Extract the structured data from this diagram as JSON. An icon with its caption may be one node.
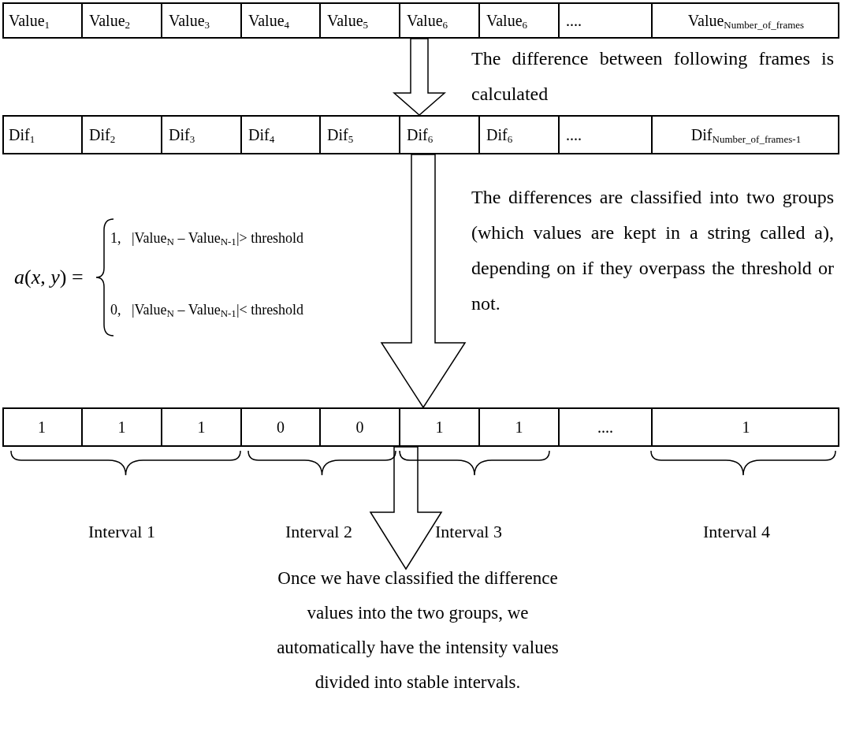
{
  "diagram": {
    "nodes": [
      {
        "text": [],
        "shape": "bar"
      },
      {
        "text": [
          "Value$_{1}$"
        ],
        "in": 0
      },
      {
        "text": [
          "Value$_{2}$"
        ],
        "in": 0
      },
      {
        "text": [
          "Value$_{3}$"
        ],
        "in": 0
      },
      {
        "text": [
          "Value$_{4}$"
        ],
        "in": 0
      },
      {
        "text": [
          "Value$_{5}$"
        ],
        "in": 0
      },
      {
        "text": [
          "Value$_{6}$"
        ],
        "in": 0
      },
      {
        "text": [
          "Value$_{6}$"
        ],
        "in": 0
      },
      {
        "text": [
          "...."
        ],
        "in": 0
      },
      {
        "text": [
          "Value$_{Number_of_frames}$"
        ],
        "in": 0
      },
      {
        "text": [],
        "shape": "bar"
      },
      {
        "text": [
          "Dif$_{1}$"
        ],
        "in": 10
      },
      {
        "text": [
          "Dif$_{2}$"
        ],
        "in": 10
      },
      {
        "text": [
          "Dif$_{3}$"
        ],
        "in": 10
      },
      {
        "text": [
          "Dif$_{4}$"
        ],
        "in": 10
      },
      {
        "text": [
          "Dif$_{5}$"
        ],
        "in": 10
      },
      {
        "text": [
          "Dif$_{6}$"
        ],
        "in": 10
      },
      {
        "text": [
          "Dif$_{6}$"
        ],
        "in": 10
      },
      {
        "text": [
          "...."
        ],
        "in": 10
      },
      {
        "text": [
          "Dif$_{Number_of_frames-1}$"
        ],
        "in": 10
      },
      {
        "text": [],
        "shape": "bar"
      },
      {
        "text": [
          "1"
        ],
        "in": 20
      },
      {
        "text": [
          "1"
        ],
        "in": 20
      },
      {
        "text": [
          "1"
        ],
        "in": 20
      },
      {
        "text": [
          "0"
        ],
        "in": 20
      },
      {
        "text": [
          "0"
        ],
        "in": 20
      },
      {
        "text": [
          "1"
        ],
        "in": 20
      },
      {
        "text": [
          "1"
        ],
        "in": 20
      },
      {
        "text": [
          "...."
        ],
        "in": 20
      },
      {
        "text": [
          "1"
        ],
        "in": 20
      },
      {
        "text": [
          "Once we have classified the difference values into the two groups, we automatically have the intensity values divided into stable intervals."
        ]
      }
    ],
    "edges": [
      {
        "from": 0,
        "to": 10,
        "arrow": "to",
        "label": "The difference between following frames is calculated"
      },
      {
        "from": 10,
        "to": 20,
        "arrow": "to",
        "label": "The differences are classified into two groups (which values are kept in a string called a), depending on if they overpass the threshold or not."
      },
      {
        "from": 20,
        "to": 30,
        "arrow": "to"
      }
    ],
    "labels": [
      "*a*(*x*, *y*) =",
      "1,   |Value$_{N}$ – Value$_{N-1}$|> threshold",
      "0,   |Value$_{N}$ – Value$_{N-1}$|< threshold",
      "Interval 1",
      "Interval 2",
      "Interval 3",
      "Interval 4"
    ]
  }
}
